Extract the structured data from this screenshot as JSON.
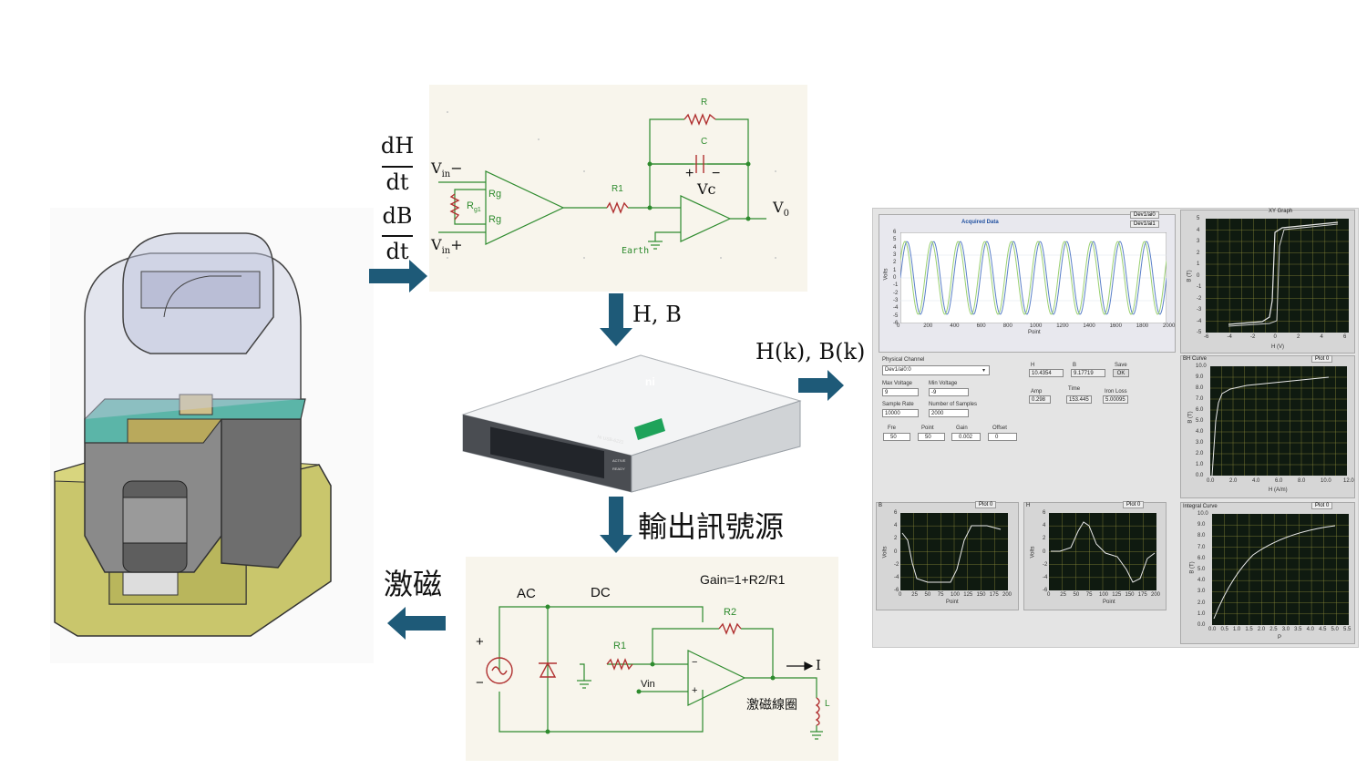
{
  "left_labels": {
    "dh_num": "dH",
    "dh_den": "dt",
    "db_num": "dB",
    "db_den": "dt",
    "excite": "激磁"
  },
  "flow_labels": {
    "hb": "H, B",
    "hk_bk": "H(k), B(k)",
    "output_source": "輸出訊號源"
  },
  "integrator_circuit": {
    "vin_minus": "V",
    "vin_minus_sub": "in",
    "vin_minus_sign": "−",
    "vin_plus": "V",
    "vin_plus_sub": "in",
    "vin_plus_sign": "+",
    "rg_top": "Rg",
    "rg_bottom": "Rg",
    "rg1": "R",
    "rg1_sub": "g1",
    "r1": "R1",
    "r": "R",
    "c": "C",
    "vc": "Vc",
    "cap_plus": "+",
    "cap_minus": "−",
    "v0": "V",
    "v0_sub": "0",
    "earth": "Earth"
  },
  "source_circuit": {
    "ac": "AC",
    "dc": "DC",
    "gain": "Gain=1+R2/R1",
    "r1": "R1",
    "r2": "R2",
    "vin": "Vin",
    "plus": "+",
    "minus": "−",
    "opamp_minus": "−",
    "opamp_plus": "+",
    "current": "I",
    "coil": "激磁線圈",
    "inductor": "L"
  },
  "daq": {
    "logo": "ni",
    "model": "NI USB-6221",
    "leds": [
      "ACTIVE",
      "READY"
    ]
  },
  "labview": {
    "acquired_title": "Acquired Data",
    "legend": [
      "Dev1/ai0",
      "Dev1/ai1"
    ],
    "acq_ylabel": "Volts",
    "acq_xlabel": "Point",
    "acq_xticks": [
      "0",
      "200",
      "400",
      "600",
      "800",
      "1000",
      "1200",
      "1400",
      "1600",
      "1800",
      "2000"
    ],
    "acq_yticks": [
      "6",
      "5",
      "4",
      "3",
      "2",
      "1",
      "0",
      "-1",
      "-2",
      "-3",
      "-4",
      "-5",
      "-6"
    ],
    "xy_title": "XY Graph",
    "xy_ylabel": "B (T)",
    "xy_xlabel": "H (V)",
    "xy_xticks": [
      "-6",
      "-4",
      "-2",
      "0",
      "2",
      "4",
      "6"
    ],
    "xy_yticks": [
      "5",
      "4",
      "3",
      "2",
      "1",
      "0",
      "-1",
      "-2",
      "-3",
      "-4",
      "-5"
    ],
    "controls": {
      "physical_channel_label": "Physical Channel",
      "physical_channel_value": "Dev1/ai0:0",
      "max_voltage_label": "Max Voltage",
      "max_voltage_value": "9",
      "min_voltage_label": "Min Voltage",
      "min_voltage_value": "-9",
      "sample_rate_label": "Sample Rate",
      "sample_rate_value": "10000",
      "num_samples_label": "Number of Samples",
      "num_samples_value": "2000",
      "fre_label": "Fre",
      "fre_value": "50",
      "point_label": "Point",
      "point_value": "50",
      "gain_label": "Gain",
      "gain_value": "0.002",
      "offset_label": "Offset",
      "offset_value": "0",
      "h_label": "H",
      "h_value": "10.4354",
      "b_label": "B",
      "b_value": "9.17719",
      "save_label": "Save",
      "save_button": "OK",
      "amp_label": "Amp",
      "amp_value": "0.298",
      "time_label": "Time",
      "time_value": "153.445",
      "iron_loss_label": "Iron Loss",
      "iron_loss_value": "5.00095"
    },
    "bh_title": "BH Curve",
    "bh_plot": "Plot 0",
    "bh_ylabel": "B (T)",
    "bh_xlabel": "H (A/m)",
    "bh_xticks": [
      "0.0",
      "2.0",
      "4.0",
      "6.0",
      "8.0",
      "10.0",
      "12.0"
    ],
    "bh_yticks": [
      "10.0",
      "9.0",
      "8.0",
      "7.0",
      "6.0",
      "5.0",
      "4.0",
      "3.0",
      "2.0",
      "1.0",
      "0.0"
    ],
    "b_title": "B",
    "b_plot": "Plot 0",
    "b_ylabel": "Volts",
    "b_xlabel": "Point",
    "b_xticks": [
      "0",
      "25",
      "50",
      "75",
      "100",
      "125",
      "150",
      "175",
      "200"
    ],
    "b_yticks": [
      "6",
      "4",
      "2",
      "0",
      "-2",
      "-4",
      "-6"
    ],
    "h_title": "H",
    "h_plot": "Plot 0",
    "h_ylabel": "Volts",
    "h_xlabel": "Point",
    "h_xticks": [
      "0",
      "25",
      "50",
      "75",
      "100",
      "125",
      "150",
      "175",
      "200"
    ],
    "h_yticks": [
      "6",
      "4",
      "2",
      "0",
      "-2",
      "-4",
      "-6"
    ],
    "int_title": "Integral Curve",
    "int_plot": "Plot 0",
    "int_ylabel": "B (T)",
    "int_xlabel": "P",
    "int_xticks": [
      "0.0",
      "0.5",
      "1.0",
      "1.5",
      "2.0",
      "2.5",
      "3.0",
      "3.5",
      "4.0",
      "4.5",
      "5.0",
      "5.5"
    ],
    "int_yticks": [
      "10.0",
      "9.0",
      "8.0",
      "7.0",
      "6.0",
      "5.0",
      "4.0",
      "3.0",
      "2.0",
      "1.0",
      "0.0"
    ]
  },
  "colors": {
    "arrow": "#1e5a78",
    "panel_bg": "#f8f5ec",
    "circuit_green": "#2e8b2e",
    "circuit_red": "#b03030",
    "core_yellow": "#c8c66a",
    "teal": "#5bb5a8",
    "plot_bg": "#0f1a10",
    "grid": "#8a8a3a"
  }
}
